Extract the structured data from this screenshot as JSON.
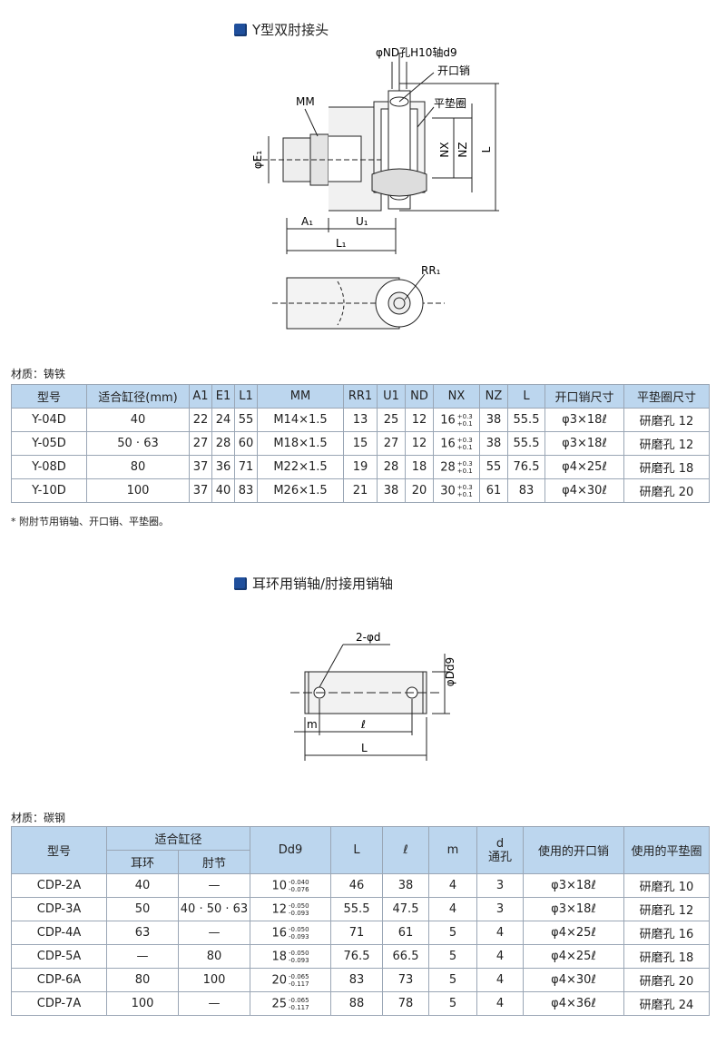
{
  "section1": {
    "title": "Y型双肘接头",
    "labels": {
      "nd_hole": "φND孔H10轴d9",
      "cotter": "开口销",
      "washer": "平垫圈",
      "mm": "MM",
      "e1": "φE₁",
      "nx": "NX",
      "nz": "NZ",
      "l": "L",
      "a1": "A₁",
      "u1": "U₁",
      "l1": "L₁",
      "rr1": "RR₁"
    },
    "material": "材质：铸铁",
    "headers": [
      "型号",
      "适合缸径(mm)",
      "A1",
      "E1",
      "L1",
      "MM",
      "RR1",
      "U1",
      "ND",
      "NX",
      "NZ",
      "L",
      "开口销尺寸",
      "平垫圈尺寸"
    ],
    "rows": [
      {
        "model": "Y-04D",
        "bore": "40",
        "a1": "22",
        "e1": "24",
        "l1": "55",
        "mm": "M14×1.5",
        "rr1": "13",
        "u1": "25",
        "nd": "12",
        "nx": "16",
        "nx_up": "+0.3",
        "nx_lo": "+0.1",
        "nz": "38",
        "l": "55.5",
        "pin": "φ3×18ℓ",
        "washer": "研磨孔 12"
      },
      {
        "model": "Y-05D",
        "bore": "50 · 63",
        "a1": "27",
        "e1": "28",
        "l1": "60",
        "mm": "M18×1.5",
        "rr1": "15",
        "u1": "27",
        "nd": "12",
        "nx": "16",
        "nx_up": "+0.3",
        "nx_lo": "+0.1",
        "nz": "38",
        "l": "55.5",
        "pin": "φ3×18ℓ",
        "washer": "研磨孔 12"
      },
      {
        "model": "Y-08D",
        "bore": "80",
        "a1": "37",
        "e1": "36",
        "l1": "71",
        "mm": "M22×1.5",
        "rr1": "19",
        "u1": "28",
        "nd": "18",
        "nx": "28",
        "nx_up": "+0.3",
        "nx_lo": "+0.1",
        "nz": "55",
        "l": "76.5",
        "pin": "φ4×25ℓ",
        "washer": "研磨孔 18"
      },
      {
        "model": "Y-10D",
        "bore": "100",
        "a1": "37",
        "e1": "40",
        "l1": "83",
        "mm": "M26×1.5",
        "rr1": "21",
        "u1": "38",
        "nd": "20",
        "nx": "30",
        "nx_up": "+0.3",
        "nx_lo": "+0.1",
        "nz": "61",
        "l": "83",
        "pin": "φ4×30ℓ",
        "washer": "研磨孔 20"
      }
    ],
    "footnote": "* 附肘节用销轴、开口销、平垫圈。"
  },
  "section2": {
    "title": "耳环用销轴/肘接用销轴",
    "labels": {
      "holes": "2-φd",
      "dd9": "φDd9",
      "m": "m",
      "ell": "ℓ",
      "l": "L"
    },
    "material": "材质：碳钢",
    "headers": {
      "model": "型号",
      "bore": "适合缸径",
      "ear": "耳环",
      "elbow": "肘节",
      "dd9": "Dd9",
      "l": "L",
      "ell": "ℓ",
      "m": "m",
      "d": "d",
      "d2": "通孔",
      "pin": "使用的开口销",
      "washer": "使用的平垫圈"
    },
    "rows": [
      {
        "model": "CDP-2A",
        "ear": "40",
        "elbow": "—",
        "dd9": "10",
        "up": "-0.040",
        "lo": "-0.076",
        "l": "46",
        "ell": "38",
        "m": "4",
        "d": "3",
        "pin": "φ3×18ℓ",
        "washer": "研磨孔 10"
      },
      {
        "model": "CDP-3A",
        "ear": "50",
        "elbow": "40 · 50 · 63",
        "dd9": "12",
        "up": "-0.050",
        "lo": "-0.093",
        "l": "55.5",
        "ell": "47.5",
        "m": "4",
        "d": "3",
        "pin": "φ3×18ℓ",
        "washer": "研磨孔 12"
      },
      {
        "model": "CDP-4A",
        "ear": "63",
        "elbow": "—",
        "dd9": "16",
        "up": "-0.050",
        "lo": "-0.093",
        "l": "71",
        "ell": "61",
        "m": "5",
        "d": "4",
        "pin": "φ4×25ℓ",
        "washer": "研磨孔 16"
      },
      {
        "model": "CDP-5A",
        "ear": "—",
        "elbow": "80",
        "dd9": "18",
        "up": "-0.050",
        "lo": "-0.093",
        "l": "76.5",
        "ell": "66.5",
        "m": "5",
        "d": "4",
        "pin": "φ4×25ℓ",
        "washer": "研磨孔 18"
      },
      {
        "model": "CDP-6A",
        "ear": "80",
        "elbow": "100",
        "dd9": "20",
        "up": "-0.065",
        "lo": "-0.117",
        "l": "83",
        "ell": "73",
        "m": "5",
        "d": "4",
        "pin": "φ4×30ℓ",
        "washer": "研磨孔 20"
      },
      {
        "model": "CDP-7A",
        "ear": "100",
        "elbow": "—",
        "dd9": "25",
        "up": "-0.065",
        "lo": "-0.117",
        "l": "88",
        "ell": "78",
        "m": "5",
        "d": "4",
        "pin": "φ4×36ℓ",
        "washer": "研磨孔 24"
      }
    ]
  }
}
